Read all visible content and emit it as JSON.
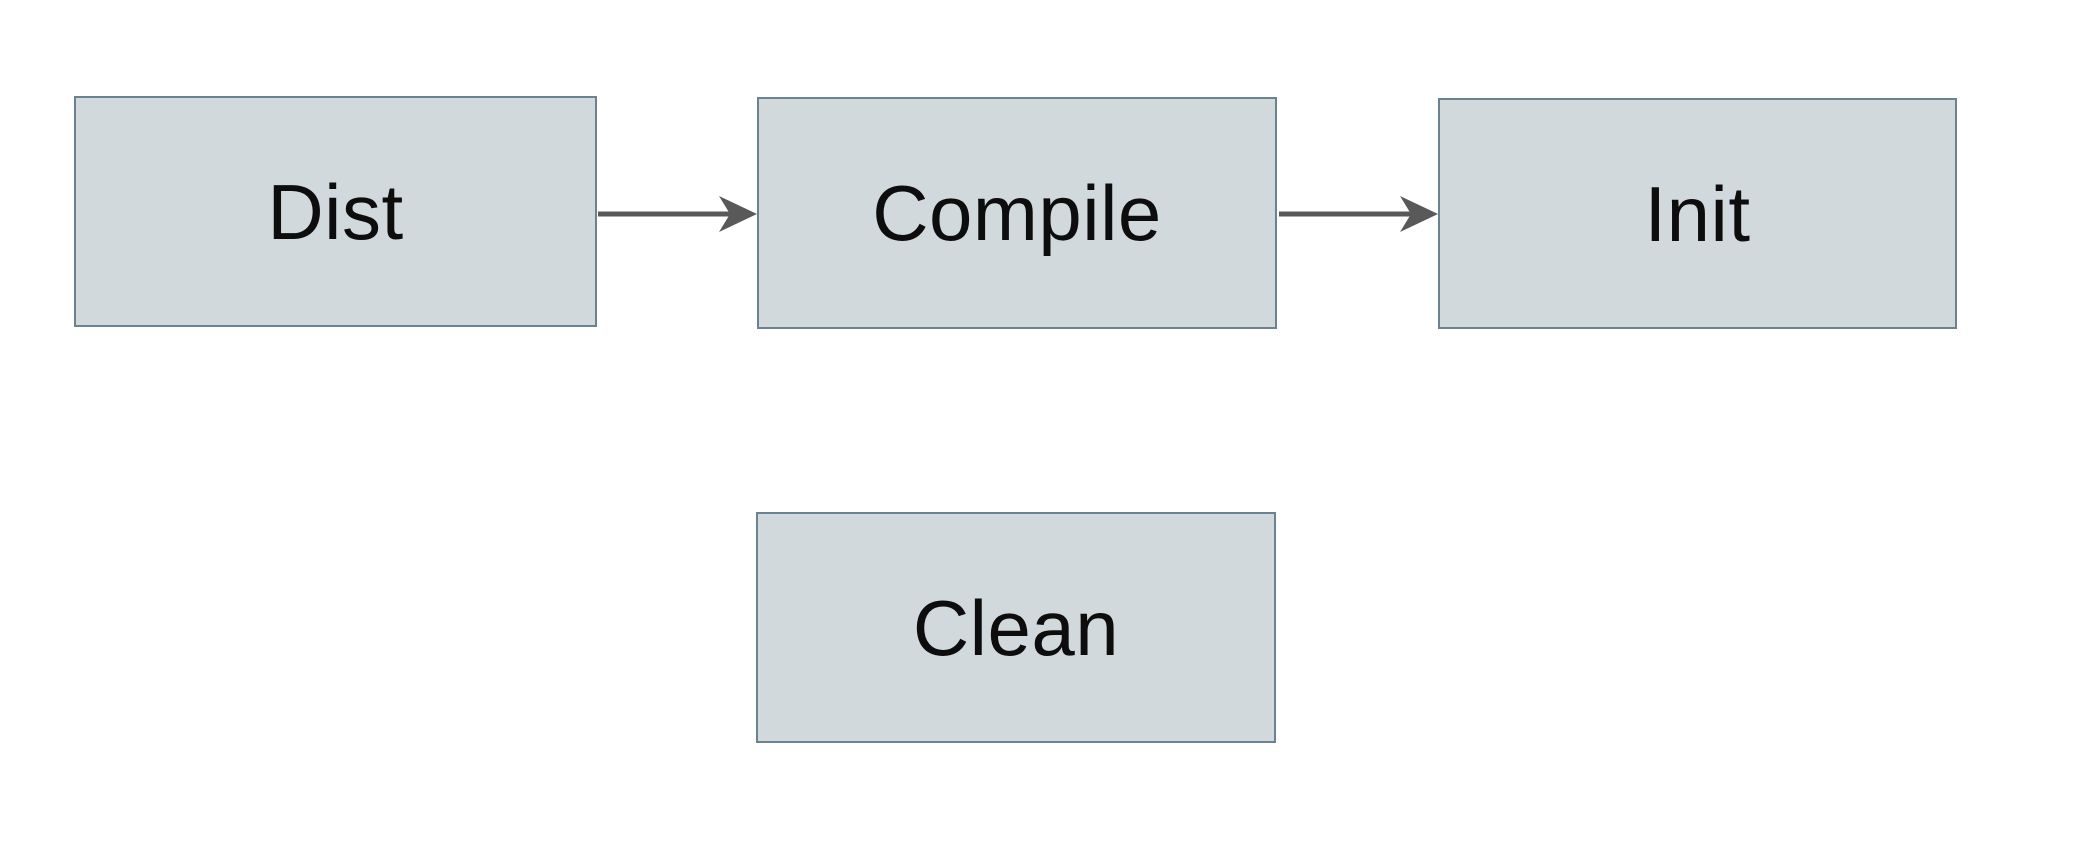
{
  "diagram": {
    "title": "build-targets-flow",
    "colors": {
      "background": "#ffffff",
      "node_fill": "#d2d9dc",
      "node_border": "#6b8290",
      "arrow": "#595959",
      "text": "#0d0d0d"
    },
    "nodes": [
      {
        "id": "dist",
        "label": "Dist"
      },
      {
        "id": "compile",
        "label": "Compile"
      },
      {
        "id": "init",
        "label": "Init"
      },
      {
        "id": "clean",
        "label": "Clean"
      }
    ],
    "edges": [
      {
        "from": "dist",
        "to": "compile"
      },
      {
        "from": "compile",
        "to": "init"
      }
    ]
  }
}
